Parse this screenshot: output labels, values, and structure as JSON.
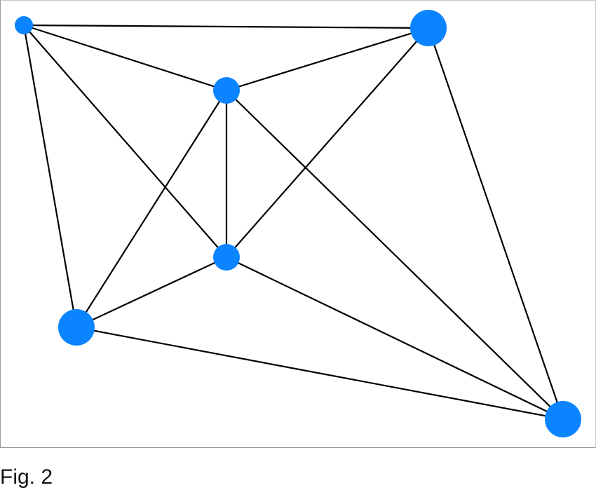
{
  "caption": "Fig. 2",
  "node_color": "#0a84ff",
  "edge_color": "#000000",
  "nodes": [
    {
      "id": "A",
      "size": "small"
    },
    {
      "id": "B",
      "size": "large"
    },
    {
      "id": "C",
      "size": "medium"
    },
    {
      "id": "D",
      "size": "medium"
    },
    {
      "id": "E",
      "size": "large"
    },
    {
      "id": "F",
      "size": "large"
    }
  ],
  "edges": [
    [
      "A",
      "B"
    ],
    [
      "A",
      "C"
    ],
    [
      "A",
      "D"
    ],
    [
      "A",
      "E"
    ],
    [
      "B",
      "C"
    ],
    [
      "B",
      "D"
    ],
    [
      "B",
      "F"
    ],
    [
      "C",
      "D"
    ],
    [
      "C",
      "E"
    ],
    [
      "C",
      "F"
    ],
    [
      "D",
      "E"
    ],
    [
      "D",
      "F"
    ],
    [
      "E",
      "F"
    ]
  ]
}
